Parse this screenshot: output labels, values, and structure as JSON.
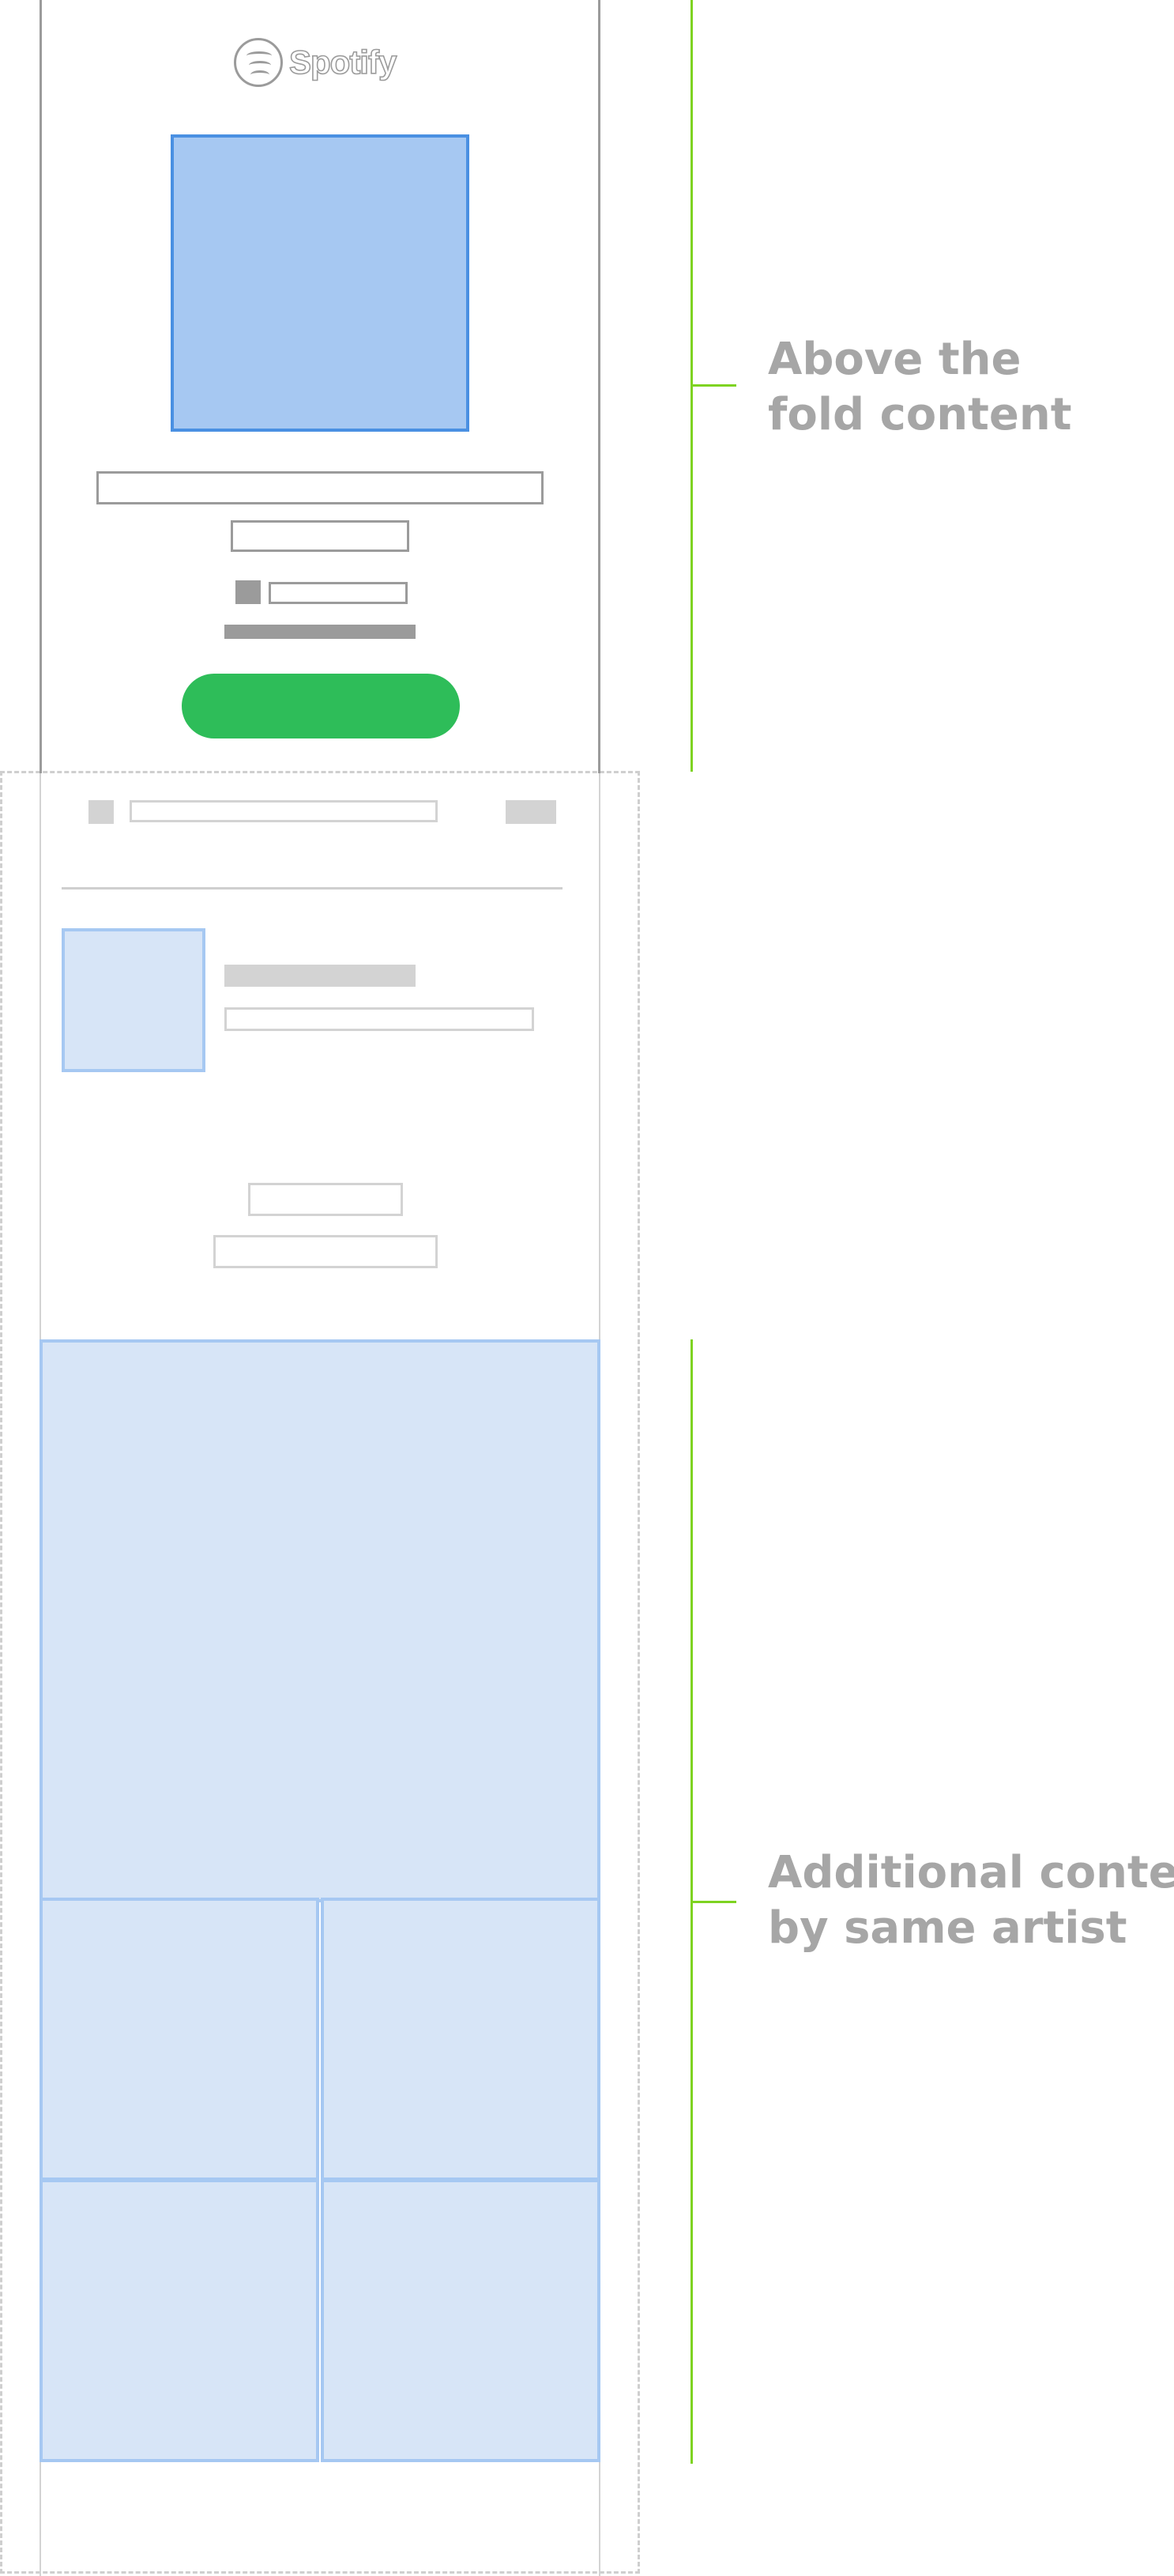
{
  "logo": {
    "text": "Spotify",
    "icon": "spotify-logo-icon"
  },
  "annotations": {
    "above_fold": {
      "line1": "Above the",
      "line2": "fold content"
    },
    "additional": {
      "line1": "Additional content",
      "line2": "by same artist"
    }
  },
  "colors": {
    "accent_green": "#2ebd59",
    "bracket_green": "#7ed321",
    "cover_blue": "#a6c8f2",
    "cover_border_blue": "#4a90e2",
    "placeholder_blue": "#d7e5f7",
    "wireframe_gray": "#9b9b9b",
    "wireframe_light_gray": "#d3d3d3",
    "annotation_gray": "#a6a6a6"
  }
}
